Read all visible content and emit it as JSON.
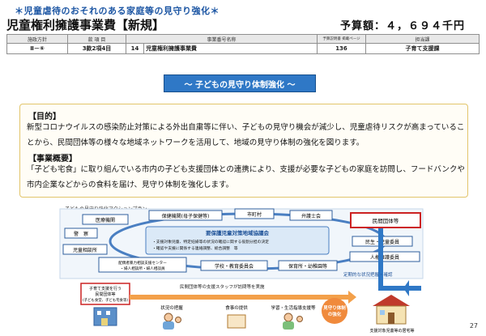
{
  "header": {
    "supertitle": "＊児童虐待のおそれのある家庭等の見守り強化＊",
    "title": "児童権利擁護事業費【新規】",
    "budget": "予算額：４，６９４千円"
  },
  "info_table": {
    "headers": [
      "施政方針",
      "款 項 目",
      "",
      "事業番号名称",
      "予算説明書\n掲載ページ",
      "担当課"
    ],
    "values": [
      "Ⅱ－⑥",
      "3款2項4目",
      "14",
      "児童権利擁護事業費",
      "136",
      "子育て支援課"
    ]
  },
  "banner": "～ 子どもの見守り体制強化 ～",
  "body": {
    "purpose_heading": "【目的】",
    "purpose_text": "新型コロナウイルスの感染防止対策による外出自粛等に伴い、子どもの見守り機会が減少し、児童虐待リスクが高まっていることから、民間団体等の様々な地域ネットワークを活用して、地域の見守り体制の強化を図ります。",
    "summary_heading": "【事業概要】",
    "summary_text": "「子ども宅食」に取り組んでいる市内の子ども支援団体との連携により、支援が必要な子どもの家庭を訪問し、フードバンクや市内企業などからの食料を届け、見守り体制を強化します。"
  },
  "diagram": {
    "caption": "子どもの見守り強化アクションプラン",
    "boxes": {
      "medical": "医療機関",
      "guardian": "保健機関(母子保健等)",
      "city": "市町村",
      "lawyer": "弁護士会",
      "private": "民間団体等",
      "police": "警　察",
      "welfare": "民生・児童委員",
      "consult": "児童相談所",
      "human": "人権擁護委員",
      "violence": "配偶者暴力相談支援センター\n・婦人相談所・婦人相談員",
      "school": "学校・教育委員会",
      "nursery": "保育所・幼稚園等"
    },
    "center_title": "要保護児童対策地域協議会",
    "center_lines": [
      "・支援対象児童、特定妊婦等の状況の確認に関する役割分担の決定",
      "・確認や支援に関係する連絡調整、総合調整　等"
    ],
    "arrow_label": "定期的な状況把握・確認",
    "support_box": [
      "子育て支援を行う",
      "民間団体等",
      "(子ども食堂、子ども宅食等)"
    ],
    "visit_label": "民間団体等の支援スタッフが訪問等を実施",
    "items": [
      "状況の把握",
      "食事の提供",
      "学習・生活指導支援等"
    ],
    "strengthen": [
      "見守り体制",
      "の強化"
    ],
    "house_label": "支援対象児童等の居宅等"
  },
  "page_number": "27",
  "colors": {
    "accent_blue": "#2f78c6",
    "red_frame": "#cc2222",
    "orange_frame": "#e2c56a"
  }
}
